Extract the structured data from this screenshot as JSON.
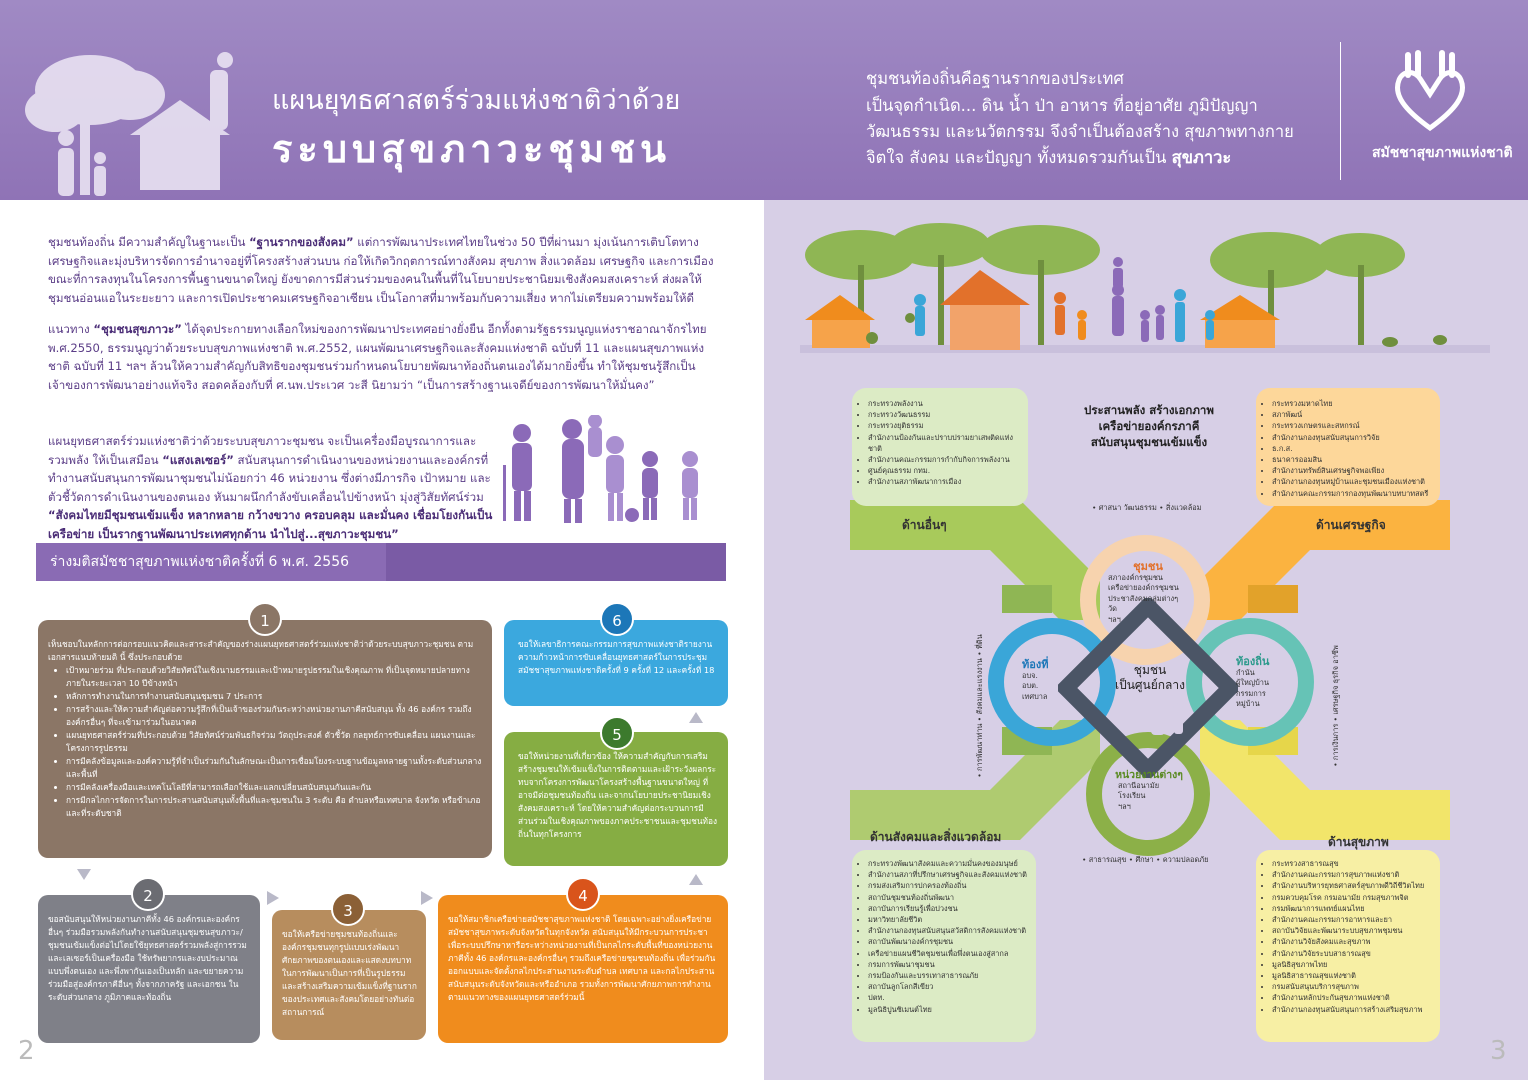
{
  "header": {
    "title_line1": "แผนยุทธศาสตร์ร่วมแห่งชาติว่าด้วย",
    "title_line2": "ระบบสุขภาวะชุมชน",
    "intro_lines": [
      "ชุมชนท้องถิ่นคือฐานรากของประเทศ",
      "เป็นจุดกำเนิด... ดิน น้ำ ป่า อาหาร ที่อยู่อาศัย ภูมิปัญญา",
      "วัฒนธรรม และนวัตกรรม จึงจำเป็นต้องสร้าง สุขภาพทางกาย",
      "จิตใจ สังคม และปัญญา ทั้งหมดรวมกันเป็น"
    ],
    "intro_emphasis": "สุขภาวะ",
    "org_name": "สมัชชาสุขภาพแห่งชาติ",
    "colors": {
      "header": "#9a82c0",
      "text_purple": "#5b3d87"
    }
  },
  "left_page": {
    "para1_a": "ชุมชนท้องถิ่น มีความสำคัญในฐานะเป็น ",
    "para1_b": "“ฐานรากของสังคม”",
    "para1_c": " แต่การพัฒนาประเทศไทยในช่วง 50 ปีที่ผ่านมา มุ่งเน้นการเติบโตทางเศรษฐกิจและมุ่งบริหารจัดการอำนาจอยู่ที่โครงสร้างส่วนบน ก่อให้เกิดวิกฤตการณ์ทางสังคม สุขภาพ สิ่งแวดล้อม เศรษฐกิจ และการเมือง ขณะที่การลงทุนในโครงการพื้นฐานขนาดใหญ่ ยังขาดการมีส่วนร่วมของคนในพื้นที่ในโยบายประชานิยมเชิงสังคมสงเคราะห์ ส่งผลให้ชุมชนอ่อนแอในระยะยาว และการเปิดประชาคมเศรษฐกิจอาเซียน เป็นโอกาสที่มาพร้อมกับความเสี่ยง หากไม่เตรียมความพร้อมให้ดี",
    "para2_a": "แนวทาง ",
    "para2_b": "“ชุมชนสุขภาวะ”",
    "para2_c": " ได้จุดประกายทางเลือกใหม่ของการพัฒนาประเทศอย่างยั่งยืน อีกทั้งตามรัฐธรรมนูญแห่งราชอาณาจักรไทย พ.ศ.2550, ธรรมนูญว่าด้วยระบบสุขภาพแห่งชาติ พ.ศ.2552, แผนพัฒนาเศรษฐกิจและสังคมแห่งชาติ ฉบับที่ 11 และแผนสุขภาพแห่งชาติ ฉบับที่ 11 ฯลฯ ล้วนให้ความสำคัญกับสิทธิของชุมชนร่วมกำหนดนโยบายพัฒนาท้องถิ่นตนเองได้มากยิ่งขึ้น ทำให้ชุมชนรู้สึกเป็นเจ้าของการพัฒนาอย่างแท้จริง สอดคล้องกับที่ ศ.นพ.ประเวศ วะสี นิยามว่า “เป็นการสร้างฐานเจดีย์ของการพัฒนาให้มั่นคง”",
    "para3_a": "แผนยุทธศาสตร์ร่วมแห่งชาติว่าด้วยระบบสุขภาวะชุมชน จะเป็นเครื่องมือบูรณาการและรวมพลัง ให้เป็นเสมือน ",
    "para3_b": "“แสงเลเซอร์”",
    "para3_c": " สนับสนุนการดำเนินงานของหน่วยงานและองค์กรที่ทำงานสนับสนุนการพัฒนาชุมชนไม่น้อยกว่า 46 หน่วยงาน ซึ่งต่างมีภารกิจ เป้าหมาย และตัวชี้วัดการดำเนินงานของตนเอง หันมาผนึกกำลังขับเคลื่อนไปข้างหน้า มุ่งสู่วิสัยทัศน์ร่วม",
    "para3_d": "“สังคมไทยมีชุมชนเข้มแข็ง หลากหลาย กว้างขวาง ครอบคลุม และมั่นคง เชื่อมโยงกันเป็นเครือข่าย เป็นรากฐานพัฒนาประเทศทุกด้าน นำไปสู่...สุขภาวะชุมชน”",
    "assembly_title": "ร่างมติสมัชชาสุขภาพแห่งชาติครั้งที่ 6 พ.ศ. 2556",
    "box1": {
      "num": "1",
      "intro": "เห็นชอบในหลักการต่อกรอบแนวคิดและสาระสำคัญของร่างแผนยุทธศาสตร์ร่วมแห่งชาติว่าด้วยระบบสุขภาวะชุมชน ตามเอกสารแนบท้ายมติ นี้ ซึ่งประกอบด้วย",
      "items": [
        "เป้าหมายร่วม ที่ประกอบด้วยวิสัยทัศน์ในเชิงนามธรรมและเป้าหมายรูปธรรมในเชิงคุณภาพ ที่เป็นจุดหมายปลายทางภายในระยะเวลา 10 ปีข้างหน้า",
        "หลักการทำงานในการทำงานสนับสนุนชุมชน 7 ประการ",
        "การสร้างและให้ความสำคัญต่อความรู้สึกที่เป็นเจ้าของร่วมกันระหว่างหน่วยงานภาคีสนับสนุน ทั้ง 46 องค์กร รวมถึงองค์กรอื่นๆ ที่จะเข้ามาร่วมในอนาคต",
        "แผนยุทธศาสตร์ร่วมที่ประกอบด้วย วิสัยทัศน์ร่วมพันธกิจร่วม วัตถุประสงค์ ตัวชี้วัด กลยุทธ์การขับเคลื่อน แผนงานและโครงการรูปธรรม",
        "การมีคลังข้อมูลและองค์ความรู้ที่จำเป็นร่วมกันในลักษณะเป็นการเชื่อมโยงระบบฐานข้อมูลหลายฐานทั้งระดับส่วนกลางและพื้นที่",
        "การมีคลังเครื่องมือและเทคโนโลยีที่สามารถเลือกใช้และแลกเปลี่ยนสนับสนุนกันและกัน",
        "การมีกลไกการจัดการในการประสานสนับสนุนทั้งพื้นที่และชุมชนใน 3 ระดับ คือ ตำบลหรือเทศบาล จังหวัด หรือข้าเภอ และที่ระดับชาติ"
      ]
    },
    "box2": {
      "num": "2",
      "text": "ขอสนับสนุนให้หน่วยงานภาคีทั้ง 46 องค์กรและองค์กรอื่นๆ ร่วมมือรวมพลังกันทำงานสนับสนุนชุมชนสุขภาวะ/ชุมชนเข้มแข็งต่อไปโดยใช้ยุทธศาสตร์รวมพลังสู่การรวมและเลเซอร์เป็นเครื่องมือ ใช้ทรัพยากรและงบประมาณแบบพึ่งตนเอง และพึ่งพากันเองเป็นหลัก และขยายความร่วมมือสู่องค์กรภาคีอื่นๆ ทั้งจากภาครัฐ และเอกชน ในระดับส่วนกลาง ภูมิภาคและท้องถิ่น"
    },
    "box3": {
      "num": "3",
      "text": "ขอให้เครือข่ายชุมชนท้องถิ่นและองค์กรชุมชนทุกรูปแบบเร่งพัฒนาศักยภาพของตนเองและแสดงบทบาทในการพัฒนาเป็นการที่เป็นรูปธรรมและสร้างเสริมความเข้มแข็งที่ฐานรากของประเทศและสังคมโดยอย่างทันต่อสถานการณ์"
    },
    "box4": {
      "num": "4",
      "text": "ขอให้สมาชิกเครือข่ายสมัชชาสุขภาพแห่งชาติ โดยเฉพาะอย่างยิ่งเครือข่ายสมัชชาสุขภาพระดับจังหวัดในทุกจังหวัด สนับสนุนให้มีกระบวนการประชาเพื่อระบบปรึกษาหารือระหว่างหน่วยงานที่เป็นกลไกระดับพื้นที่ของหน่วยงานภาคีทั้ง 46 องค์กรและองค์กรอื่นๆ รวมถึงเครือข่ายชุมชนท้องถิ่น เพื่อร่วมกันออกแบบและจัดตั้งกลไกประสานงานระดับตำบล เทศบาล และกลไกประสานสนับสนุนระดับจังหวัดและหรืออำเภอ รวมทั้งการพัฒนาศักยภาพการทำงานตามแนวทางของแผนยุทธศาสตร์ร่วมนี้"
    },
    "box5": {
      "num": "5",
      "text": "ขอให้หน่วยงานที่เกี่ยวข้อง ให้ความสำคัญกับการเสริมสร้างชุมชนให้เข้มแข็งในการติดตามและเฝ้าระวังผลกระทบจากโครงการพัฒนาโครงสร้างพื้นฐานขนาดใหญ่ ที่อาจมีต่อชุมชนท้องถิ่น และจากนโยบายประชานิยมเชิงสังคมสงเคราะห์ โดยให้ความสำคัญต่อกระบวนการมีส่วนร่วมในเชิงคุณภาพของภาคประชาชนและชุมชนท้องถิ่นในทุกโครงการ"
    },
    "box6": {
      "num": "6",
      "text": "ขอให้เลขาธิการคณะกรรมการสุขภาพแห่งชาติรายงานความก้าวหน้าการขับเคลื่อนยุทธศาสตร์ในการประชุมสมัชชาสุขภาพแห่งชาติครั้งที่ 9 ครั้งที่ 12 และครั้งที่ 18"
    },
    "page_number": "2"
  },
  "right_page": {
    "network_title": [
      "ประสานพลัง สร้างเอกภาพ",
      "เครือข่ายองค์กรภาคี",
      "สนับสนุนชุมชนเข้มแข็ง"
    ],
    "side_top_left": {
      "label": "ด้านอื่นๆ",
      "items": [
        "กระทรวงพลังงาน",
        "กระทรวงวัฒนธรรม",
        "กระทรวงยุติธรรม",
        "สำนักงานป้องกันและปราบปรามยาเสพติดแห่งชาติ",
        "สำนักงานคณะกรรมการกำกับกิจการพลังงาน",
        "ศูนย์คุณธรรม กทม.",
        "สำนักงานสภาพัฒนาการเมือง"
      ]
    },
    "side_top_right": {
      "label": "ด้านเศรษฐกิจ",
      "items": [
        "กระทรวงมหาดไทย",
        "สภาพัฒน์",
        "กระทรวงเกษตรและสหกรณ์",
        "สำนักงานกองทุนสนับสนุนการวิจัย",
        "ธ.ก.ส.",
        "ธนาคารออมสิน",
        "สำนักงานทรัพย์สินเศรษฐกิจพอเพียง",
        "สำนักงานกองทุนหมู่บ้านและชุมชนเมืองแห่งชาติ",
        "สำนักงานคณะกรรมการกองทุนพัฒนาบทบาทสตรี"
      ]
    },
    "side_bottom_left": {
      "label": "ด้านสังคมและสิ่งแวดล้อม",
      "items": [
        "กระทรวงพัฒนาสังคมและความมั่นคงของมนุษย์",
        "สำนักงานสภาที่ปรึกษาเศรษฐกิจและสังคมแห่งชาติ",
        "กรมส่งเสริมการปกครองท้องถิ่น",
        "สถาบันชุมชนท้องถิ่นพัฒนา",
        "สถาบันการเรียนรู้เพื่อปวงชน",
        "มหาวิทยาลัยชีวิต",
        "สำนักงานกองทุนสนับสนุนสวัสดิการสังคมแห่งชาติ",
        "สถาบันพัฒนาองค์กรชุมชน",
        "เครือข่ายแผนชีวิตชุมชนเพื่อพึ่งตนเองสู่สากล",
        "กรมการพัฒนาชุมชน",
        "กรมป้องกันและบรรเทาสาธารณภัย",
        "สถาบันลูกโลกสีเขียว",
        "ปตท.",
        "มูลนิธิปูนซิเมนต์ไทย"
      ]
    },
    "side_bottom_right": {
      "label": "ด้านสุขภาพ",
      "items": [
        "กระทรวงสาธารณสุข",
        "สำนักงานคณะกรรมการสุขภาพแห่งชาติ",
        "สำนักงานบริหารยุทธศาสตร์สุขภาพดีวิถีชีวิตไทย",
        "กรมควบคุมโรค กรมอนามัย กรมสุขภาพจิต",
        "กรมพัฒนาการแพทย์แผนไทย",
        "สำนักงานคณะกรรมการอาหารและยา",
        "สถาบันวิจัยและพัฒนาระบบสุขภาพชุมชน",
        "สำนักงานวิจัยสังคมและสุขภาพ",
        "สำนักงานวิจัยระบบสาธารณสุข",
        "มูลนิธิสุขภาพไทย",
        "มูลนิธิสาธารณสุขแห่งชาติ",
        "กรมสนับสนุนบริการสุขภาพ",
        "สำนักงานหลักประกันสุขภาพแห่งชาติ",
        "สำนักงานกองทุนสนับสนุนการสร้างเสริมสุขภาพ"
      ]
    },
    "ring_top": {
      "title": "ชุมชน",
      "items": [
        "สภาองค์กรชุมชน",
        "เครือข่ายองค์กรชุมชน",
        "ประชาสังคมกลุ่มต่างๆ",
        "วัด",
        "ฯลฯ"
      ]
    },
    "ring_left": {
      "title": "ท้องที่",
      "items": [
        "อบจ.",
        "อบต.",
        "เทศบาล"
      ]
    },
    "ring_right": {
      "title": "ท้องถิ่น",
      "items": [
        "กำนัน",
        "ผู้ใหญ่บ้าน",
        "กรรมการ",
        "หมู่บ้าน"
      ]
    },
    "ring_bottom": {
      "title": "หน่วยงานต่างๆ",
      "items": [
        "สถานีอนามัย",
        "โรงเรียน",
        "ฯลฯ"
      ]
    },
    "center_label": [
      "ชุมชน",
      "เป็นศูนย์กลาง"
    ],
    "axis_top": "• ศาสนา วัฒนธรรม • สิ่งแวดล้อม",
    "axis_bottom": "• สาธารณสุข • ศึกษา • ความปลอดภัย",
    "axis_left": "• การพัฒนาท่าน • สังคมและแรงงาน • ที่ดิน",
    "axis_right": "• การเงินการ • เศรษฐกิจ ธุรกิจ อาชีพ",
    "page_number": "3",
    "colors": {
      "ring_top": "#f7d3ae",
      "ring_left": "#3aa6d8",
      "ring_right": "#66c3b6",
      "ring_bottom": "#8cb048",
      "box_green": "#dcebc5",
      "box_orange": "#fdd79a",
      "box_yellow": "#f7efa4"
    }
  }
}
